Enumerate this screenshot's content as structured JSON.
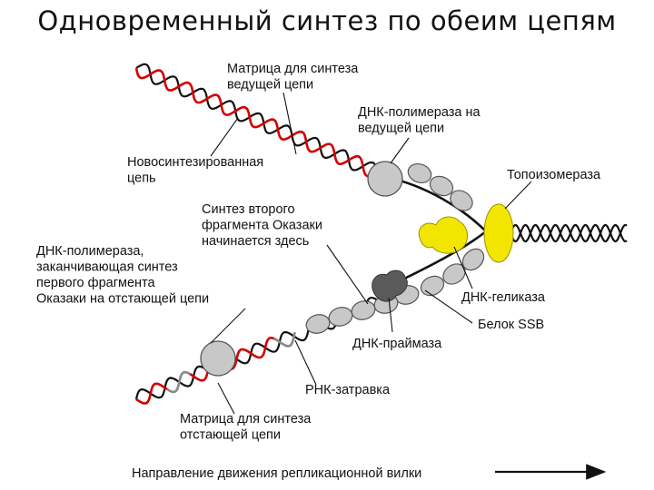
{
  "title": "Одновременный синтез по обеим цепям",
  "colors": {
    "new_strand": "#d40000",
    "template": "#111111",
    "primer": "#8a8a8a",
    "polymerase": "#c8c8c8",
    "ssb": "#c8c8c8",
    "helicase": "#f2e600",
    "topoisomerase": "#f2e600",
    "primase": "#5a5a5a"
  },
  "labels": {
    "leading_template": [
      "Матрица для синтеза",
      "ведущей цепи"
    ],
    "leading_polymerase": [
      "ДНК-полимераза на",
      "ведущей цепи"
    ],
    "new_strand": [
      "Новосинтезированная",
      "цепь"
    ],
    "topoisomerase": [
      "Топоизомераза"
    ],
    "okazaki_start": [
      "Синтез второго",
      "фрагмента Оказаки",
      "начинается здесь"
    ],
    "lagging_polymerase": [
      "ДНК-полимераза,",
      "заканчивающая синтез",
      "первого фрагмента",
      "Оказаки на отстающей цепи"
    ],
    "helicase": [
      "ДНК-геликаза"
    ],
    "ssb": [
      "Белок SSB"
    ],
    "primase": [
      "ДНК-праймаза"
    ],
    "rna_primer": [
      "РНК-затравка"
    ],
    "lagging_template": [
      "Матрица для синтеза",
      "отстающей цепи"
    ],
    "direction": [
      "Направление движения репликационной вилки"
    ]
  }
}
